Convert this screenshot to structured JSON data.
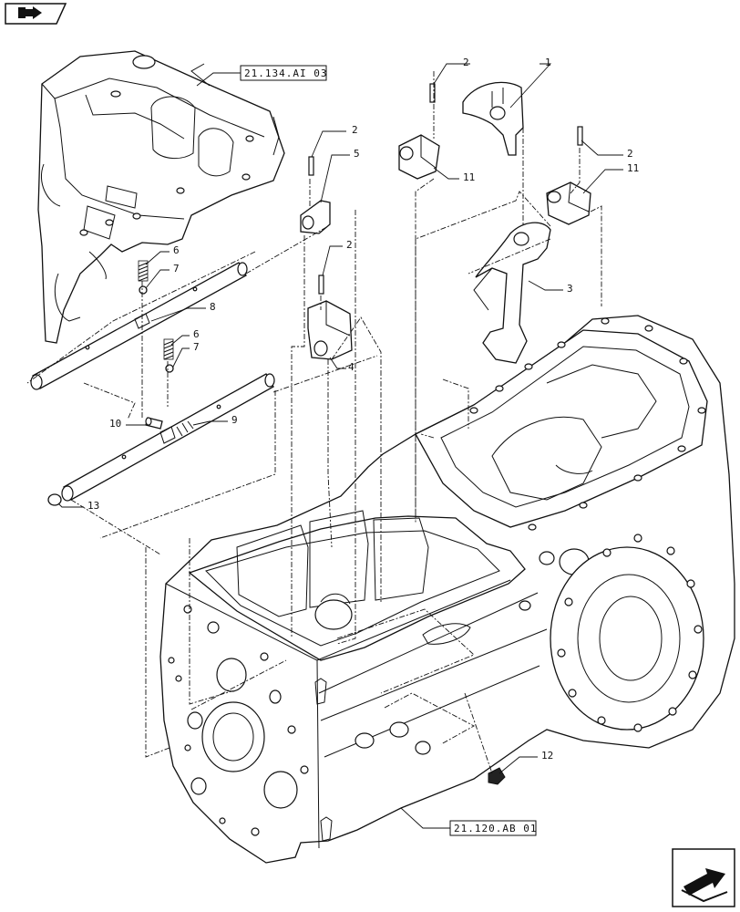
{
  "refs": {
    "top": "21.134.AI 03",
    "bottom": "21.120.AB 01"
  },
  "callouts": {
    "c1": "1",
    "c2a": "2",
    "c2b": "2",
    "c2c": "2",
    "c2d": "2",
    "c3": "3",
    "c4": "4",
    "c5": "5",
    "c6a": "6",
    "c6b": "6",
    "c7a": "7",
    "c7b": "7",
    "c8": "8",
    "c9": "9",
    "c10": "10",
    "c11a": "11",
    "c11b": "11",
    "c12": "12",
    "c13": "13"
  },
  "icons": {
    "top_left": "previous-page-arrow-icon",
    "bottom_right": "next-page-arrow-icon"
  }
}
